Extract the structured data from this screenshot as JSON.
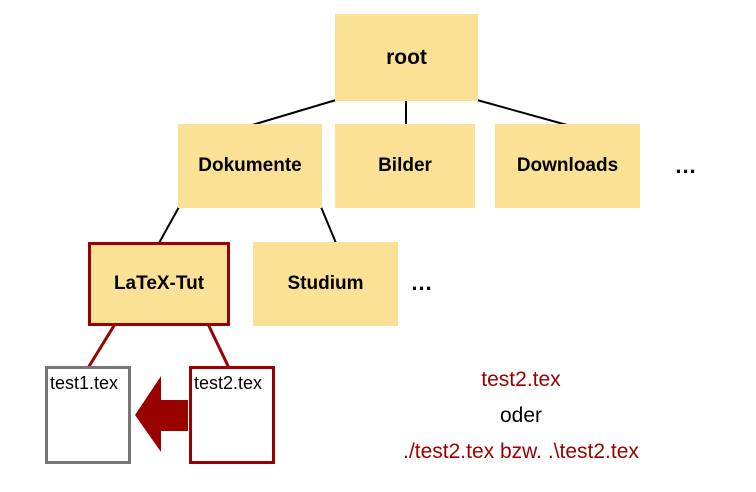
{
  "diagram_type": "file-system-tree",
  "nodes": {
    "root": {
      "label": "root"
    },
    "dokumente": {
      "label": "Dokumente"
    },
    "bilder": {
      "label": "Bilder"
    },
    "downloads": {
      "label": "Downloads"
    },
    "ellipsis_level2": {
      "label": "..."
    },
    "latex_tut": {
      "label": "LaTeX-Tut",
      "highlighted": true
    },
    "studium": {
      "label": "Studium"
    },
    "ellipsis_level3": {
      "label": "..."
    },
    "file_test1": {
      "label": "test1.tex",
      "border": "gray"
    },
    "file_test2": {
      "label": "test2.tex",
      "border": "red",
      "highlighted": true
    }
  },
  "edges": [
    {
      "from": "root",
      "to": "Dokumente",
      "color": "black"
    },
    {
      "from": "root",
      "to": "Bilder",
      "color": "black"
    },
    {
      "from": "root",
      "to": "Downloads",
      "color": "black"
    },
    {
      "from": "Dokumente",
      "to": "LaTeX-Tut",
      "color": "black"
    },
    {
      "from": "Dokumente",
      "to": "Studium",
      "color": "black"
    },
    {
      "from": "LaTeX-Tut",
      "to": "test1.tex",
      "color": "dark-red"
    },
    {
      "from": "LaTeX-Tut",
      "to": "test2.tex",
      "color": "dark-red"
    }
  ],
  "arrow": {
    "direction": "left",
    "from": "test2.tex",
    "to": "test1.tex",
    "color": "#990000"
  },
  "annotation": {
    "line1": "test2.tex",
    "line2": "oder",
    "line3": "./test2.tex bzw. .\\test2.tex"
  },
  "colors": {
    "node_fill": "#FBE196",
    "accent_red": "#990000",
    "file_border_gray": "#777777",
    "edge_black": "#000000",
    "background": "#FFFFFF"
  }
}
